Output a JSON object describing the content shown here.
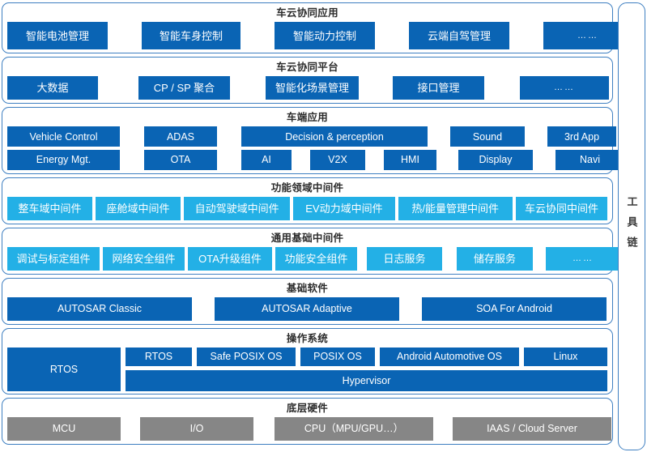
{
  "sidebar": {
    "label": "工具链"
  },
  "layers": [
    {
      "title": "车云协同应用",
      "items": [
        {
          "label": "智能电池管理",
          "color": "blue"
        },
        {
          "label": "智能车身控制",
          "color": "blue"
        },
        {
          "label": "智能动力控制",
          "color": "blue"
        },
        {
          "label": "云端自驾管理",
          "color": "blue"
        },
        {
          "label": "……",
          "color": "blue"
        }
      ]
    },
    {
      "title": "车云协同平台",
      "items": [
        {
          "label": "大数据",
          "color": "blue"
        },
        {
          "label": "CP / SP 聚合",
          "color": "blue"
        },
        {
          "label": "智能化场景管理",
          "color": "blue"
        },
        {
          "label": "接口管理",
          "color": "blue"
        },
        {
          "label": "……",
          "color": "blue"
        }
      ]
    },
    {
      "title": "车端应用",
      "row1": [
        {
          "label": "Vehicle Control",
          "color": "blue"
        },
        {
          "label": "ADAS",
          "color": "blue"
        },
        {
          "label": "Decision & perception",
          "color": "blue"
        },
        {
          "label": "Sound",
          "color": "blue"
        },
        {
          "label": "3rd App",
          "color": "blue"
        }
      ],
      "row2": [
        {
          "label": "Energy Mgt.",
          "color": "blue"
        },
        {
          "label": "OTA",
          "color": "blue"
        },
        {
          "label": "AI",
          "color": "blue"
        },
        {
          "label": "V2X",
          "color": "blue"
        },
        {
          "label": "HMI",
          "color": "blue"
        },
        {
          "label": "Display",
          "color": "blue"
        },
        {
          "label": "Navi",
          "color": "blue"
        }
      ]
    },
    {
      "title": "功能领域中间件",
      "items": [
        {
          "label": "整车域中间件",
          "color": "cyan"
        },
        {
          "label": "座舱域中间件",
          "color": "cyan"
        },
        {
          "label": "自动驾驶域中间件",
          "color": "cyan"
        },
        {
          "label": "EV动力域中间件",
          "color": "cyan"
        },
        {
          "label": "热/能量管理中间件",
          "color": "cyan"
        },
        {
          "label": "车云协同中间件",
          "color": "cyan"
        }
      ]
    },
    {
      "title": "通用基础中间件",
      "items": [
        {
          "label": "调试与标定组件",
          "color": "cyan"
        },
        {
          "label": "网络安全组件",
          "color": "cyan"
        },
        {
          "label": "OTA升级组件",
          "color": "cyan"
        },
        {
          "label": "功能安全组件",
          "color": "cyan"
        },
        {
          "label": "日志服务",
          "color": "cyan"
        },
        {
          "label": "储存服务",
          "color": "cyan"
        },
        {
          "label": "……",
          "color": "cyan"
        }
      ]
    },
    {
      "title": "基础软件",
      "items": [
        {
          "label": "AUTOSAR Classic",
          "color": "blue"
        },
        {
          "label": "AUTOSAR Adaptive",
          "color": "blue"
        },
        {
          "label": "SOA For Android",
          "color": "blue"
        }
      ]
    },
    {
      "title": "操作系统",
      "left": {
        "label": "RTOS",
        "color": "blue"
      },
      "top": [
        {
          "label": "RTOS",
          "color": "blue"
        },
        {
          "label": "Safe POSIX OS",
          "color": "blue"
        },
        {
          "label": "POSIX OS",
          "color": "blue"
        },
        {
          "label": "Android Automotive OS",
          "color": "blue"
        },
        {
          "label": "Linux",
          "color": "blue"
        }
      ],
      "hypervisor": {
        "label": "Hypervisor",
        "color": "blue"
      }
    },
    {
      "title": "底层硬件",
      "items": [
        {
          "label": "MCU",
          "color": "gray"
        },
        {
          "label": "I/O",
          "color": "gray"
        },
        {
          "label": "CPU（MPU/GPU…）",
          "color": "gray"
        },
        {
          "label": "IAAS / Cloud Server",
          "color": "gray"
        }
      ]
    }
  ],
  "colors": {
    "border": "#3e7fc1",
    "blue": "#0a64b4",
    "cyan": "#23b0e6",
    "gray": "#868686",
    "title_text": "#2b2b2b"
  }
}
